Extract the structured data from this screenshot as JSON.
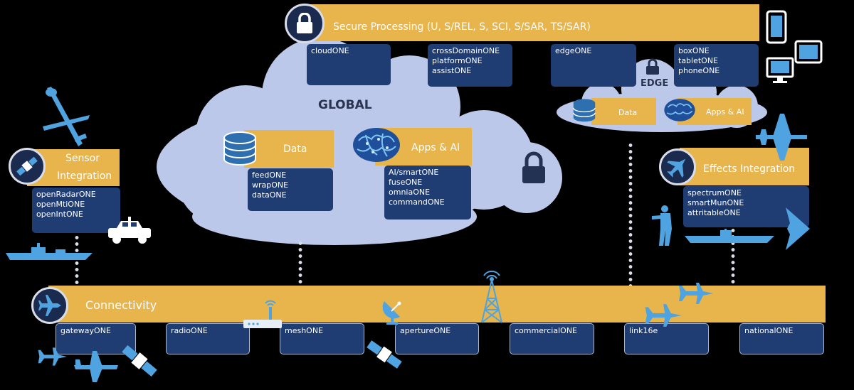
{
  "secure": {
    "title": "Secure Processing (U, S/REL, S, SCI, S/SAR, TS/SAR)"
  },
  "top_boxes": {
    "cloud": [
      "cloudONE"
    ],
    "cross": [
      "crossDomainONE",
      "platformONE",
      "assistONE"
    ],
    "edge": [
      "edgeONE"
    ],
    "device": [
      "boxONE",
      "tabletONE",
      "phoneONE"
    ]
  },
  "global": {
    "title": "GLOBAL",
    "data_label": "Data",
    "data_items": [
      "feedONE",
      "wrapONE",
      "dataONE"
    ],
    "apps_label": "Apps & AI",
    "apps_items": [
      "AI/smartONE",
      "fuseONE",
      "omniaONE",
      "commandONE"
    ]
  },
  "edge_cloud": {
    "title": "EDGE",
    "data_label": "Data",
    "apps_label": "Apps & AI"
  },
  "sensor": {
    "title_line1": "Sensor",
    "title_line2": "Integration",
    "items": [
      "openRadarONE",
      "openMtiONE",
      "openIntONE"
    ]
  },
  "effects": {
    "title": "Effects Integration",
    "items": [
      "spectrumONE",
      "smartMunONE",
      "attritableONE"
    ]
  },
  "connectivity": {
    "title": "Connectivity",
    "items": [
      "gatewayONE",
      "radioONE",
      "meshONE",
      "apertureONE",
      "commercialONE",
      "link16e",
      "nationalONE"
    ]
  },
  "colors": {
    "gold": "#e8b44c",
    "navy": "#1f3d73",
    "cloud": "#bcc8ea",
    "icon_blue": "#4fa3e0"
  }
}
